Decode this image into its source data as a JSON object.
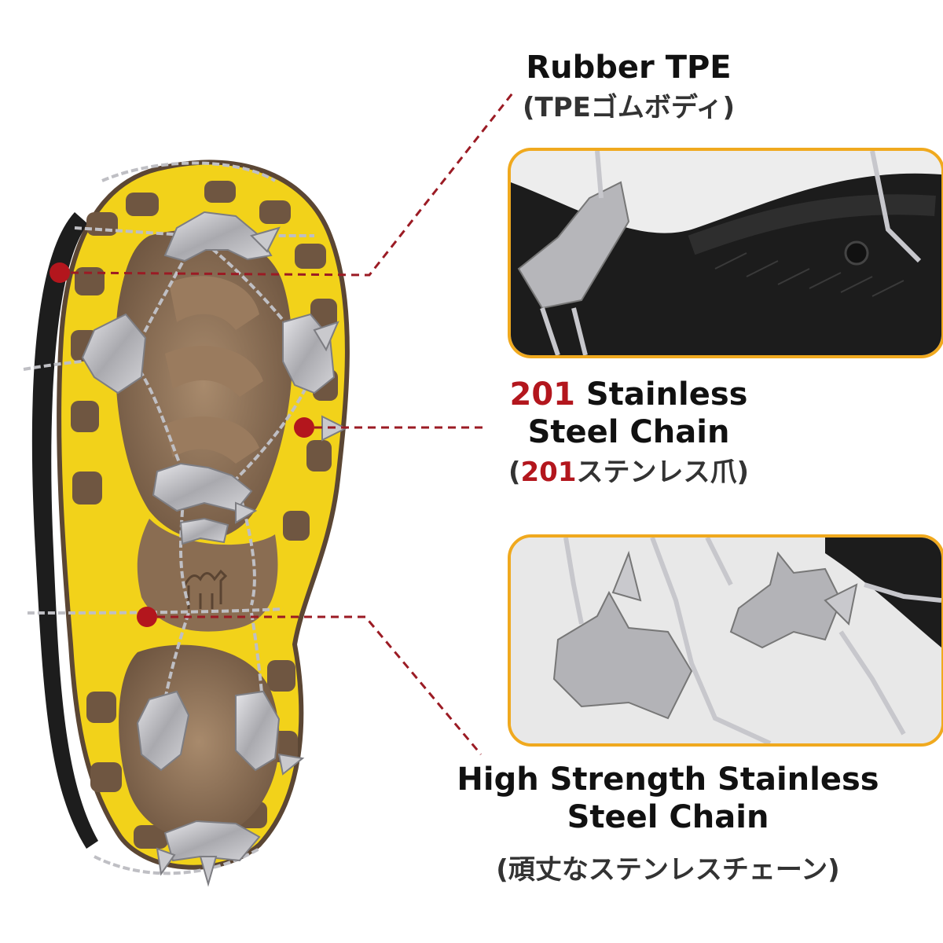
{
  "colors": {
    "accent": "#b3161d",
    "frame": "#f0a91e",
    "sole_yellow": "#f2d21a",
    "sole_brown": "#8a6a4c",
    "steel": "#b9b9bd",
    "rubber": "#1e1e1e"
  },
  "labels": {
    "rubber": {
      "en": "Rubber TPE",
      "jp": "(TPEゴムボディ)"
    },
    "chain201": {
      "num": "201",
      "en_rest": " Stainless",
      "en_line2": "Steel Chain",
      "jp_pre": "(",
      "jp_num": "201",
      "jp_rest": "ステンレス爪)"
    },
    "highstrength": {
      "en_line1": "High Strength Stainless",
      "en_line2": "Steel Chain",
      "jp": "(頑丈なステンレスチェーン)"
    }
  }
}
